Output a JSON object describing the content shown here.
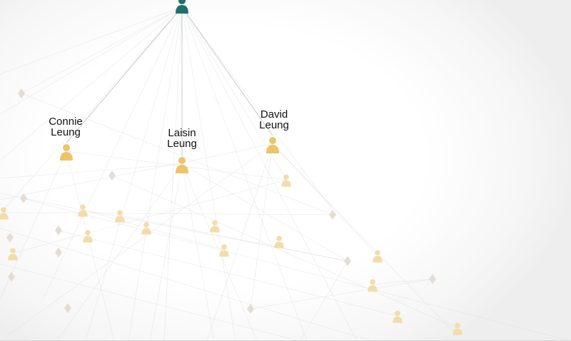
{
  "colors": {
    "root": "#1f6e6e",
    "person": "#ecc569",
    "person_faded": "#f3dcaa",
    "diamond_faded": "#e3ddd6",
    "edge": "#d9dcdc"
  },
  "root": {
    "icon": "person-icon"
  },
  "people": [
    {
      "first": "Connie",
      "last": "Leung",
      "icon": "person-icon"
    },
    {
      "first": "Laisin",
      "last": "Leung",
      "icon": "person-icon"
    },
    {
      "first": "David",
      "last": "Leung",
      "icon": "person-icon"
    }
  ]
}
